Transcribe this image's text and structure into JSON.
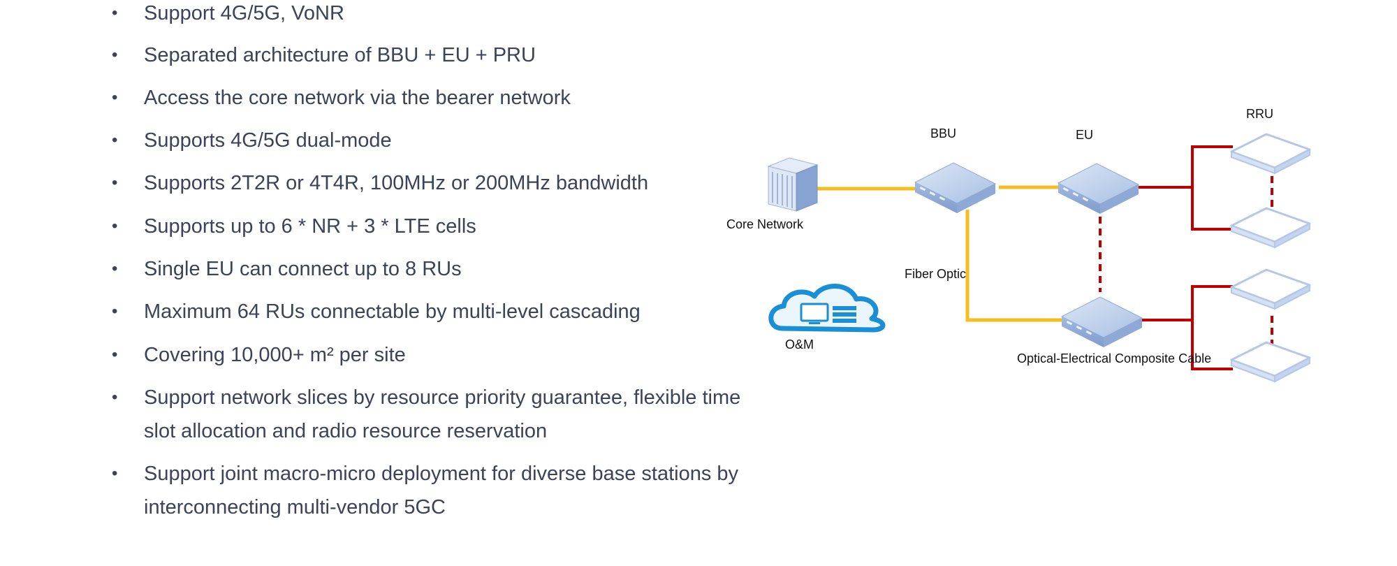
{
  "bullets": [
    "Support 4G/5G, VoNR",
    "Separated architecture of BBU + EU + PRU",
    "Access the core network via the bearer network",
    "Supports 4G/5G dual-mode",
    "Supports 2T2R or 4T4R, 100MHz or 200MHz bandwidth",
    "Supports up to 6 * NR + 3 * LTE cells",
    "Single EU can connect up to 8 RUs",
    "Maximum 64 RUs connectable by multi-level cascading",
    "Covering 10,000+ m² per site",
    "Support network slices by resource priority guarantee, flexible time slot allocation and radio resource reservation",
    "Support joint macro-micro deployment for diverse base stations by interconnecting multi-vendor 5GC"
  ],
  "diagram": {
    "labels": {
      "bbu": "BBU",
      "eu": "EU",
      "rru": "RRU",
      "core_network": "Core Network",
      "fiber_optic": "Fiber Optic",
      "om": "O&M",
      "composite_cable": "Optical-Electrical Composite Cable"
    },
    "colors": {
      "fiber": "#f5bd1f",
      "composite": "#c00000",
      "device": "#9eb6dc",
      "cloud": "#1a8fd6"
    },
    "icons": [
      "server-icon",
      "device-icon",
      "access-point-icon",
      "cloud-icon"
    ]
  }
}
